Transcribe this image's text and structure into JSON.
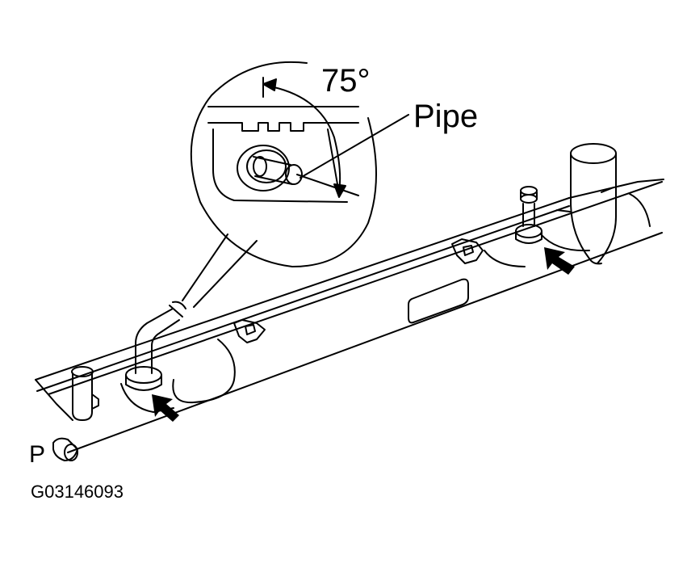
{
  "diagram": {
    "angle_label": "75°",
    "pipe_label": "Pipe",
    "corner_label": "P",
    "figure_code": "G03146093"
  },
  "colors": {
    "ink": "#000000",
    "paper": "#ffffff"
  }
}
